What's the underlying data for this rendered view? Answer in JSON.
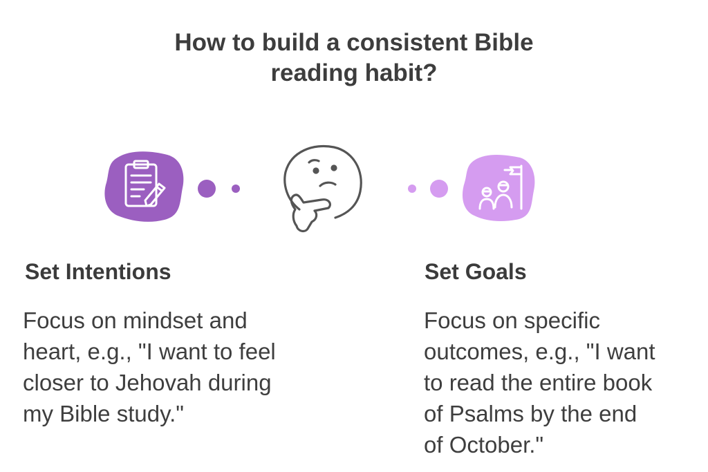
{
  "title": {
    "line1": "How to build a consistent Bible",
    "line2": "reading habit?"
  },
  "left": {
    "icon": "clipboard-pencil-icon",
    "color": "#9b5fc0",
    "heading": "Set Intentions",
    "body": "Focus on mindset and\nheart, e.g., \"I want to feel\ncloser to Jehovah during\nmy Bible study.\""
  },
  "center": {
    "icon": "thinking-face-icon"
  },
  "right": {
    "icon": "goal-flag-people-icon",
    "color": "#d59cf0",
    "heading": "Set Goals",
    "body": "Focus on specific\noutcomes, e.g., \"I want\nto read the entire book\nof Psalms by the end\nof October.\""
  }
}
